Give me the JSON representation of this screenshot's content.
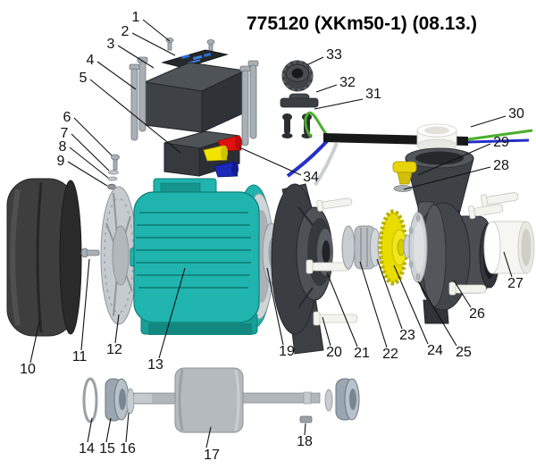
{
  "title": "775120 (XKm50-1) (08.13.)",
  "labels": [
    "1",
    "2",
    "3",
    "4",
    "5",
    "6",
    "7",
    "8",
    "9",
    "10",
    "11",
    "12",
    "13",
    "14",
    "15",
    "16",
    "17",
    "18",
    "19",
    "20",
    "21",
    "22",
    "23",
    "24",
    "25",
    "26",
    "27",
    "28",
    "29",
    "30",
    "31",
    "32",
    "33",
    "34"
  ],
  "colors": {
    "motor_teal": "#1fb5ae",
    "impeller_yellow": "#e8dc00",
    "connector_red": "#e01010",
    "connector_yellow": "#f2e400",
    "connector_blue": "#1b2ab8",
    "plug_yellow": "#e8d40a",
    "wire_green": "#4aae2a",
    "wire_blue": "#2430c8",
    "wire_grey": "#c9ced2",
    "cable_black": "#181818"
  }
}
